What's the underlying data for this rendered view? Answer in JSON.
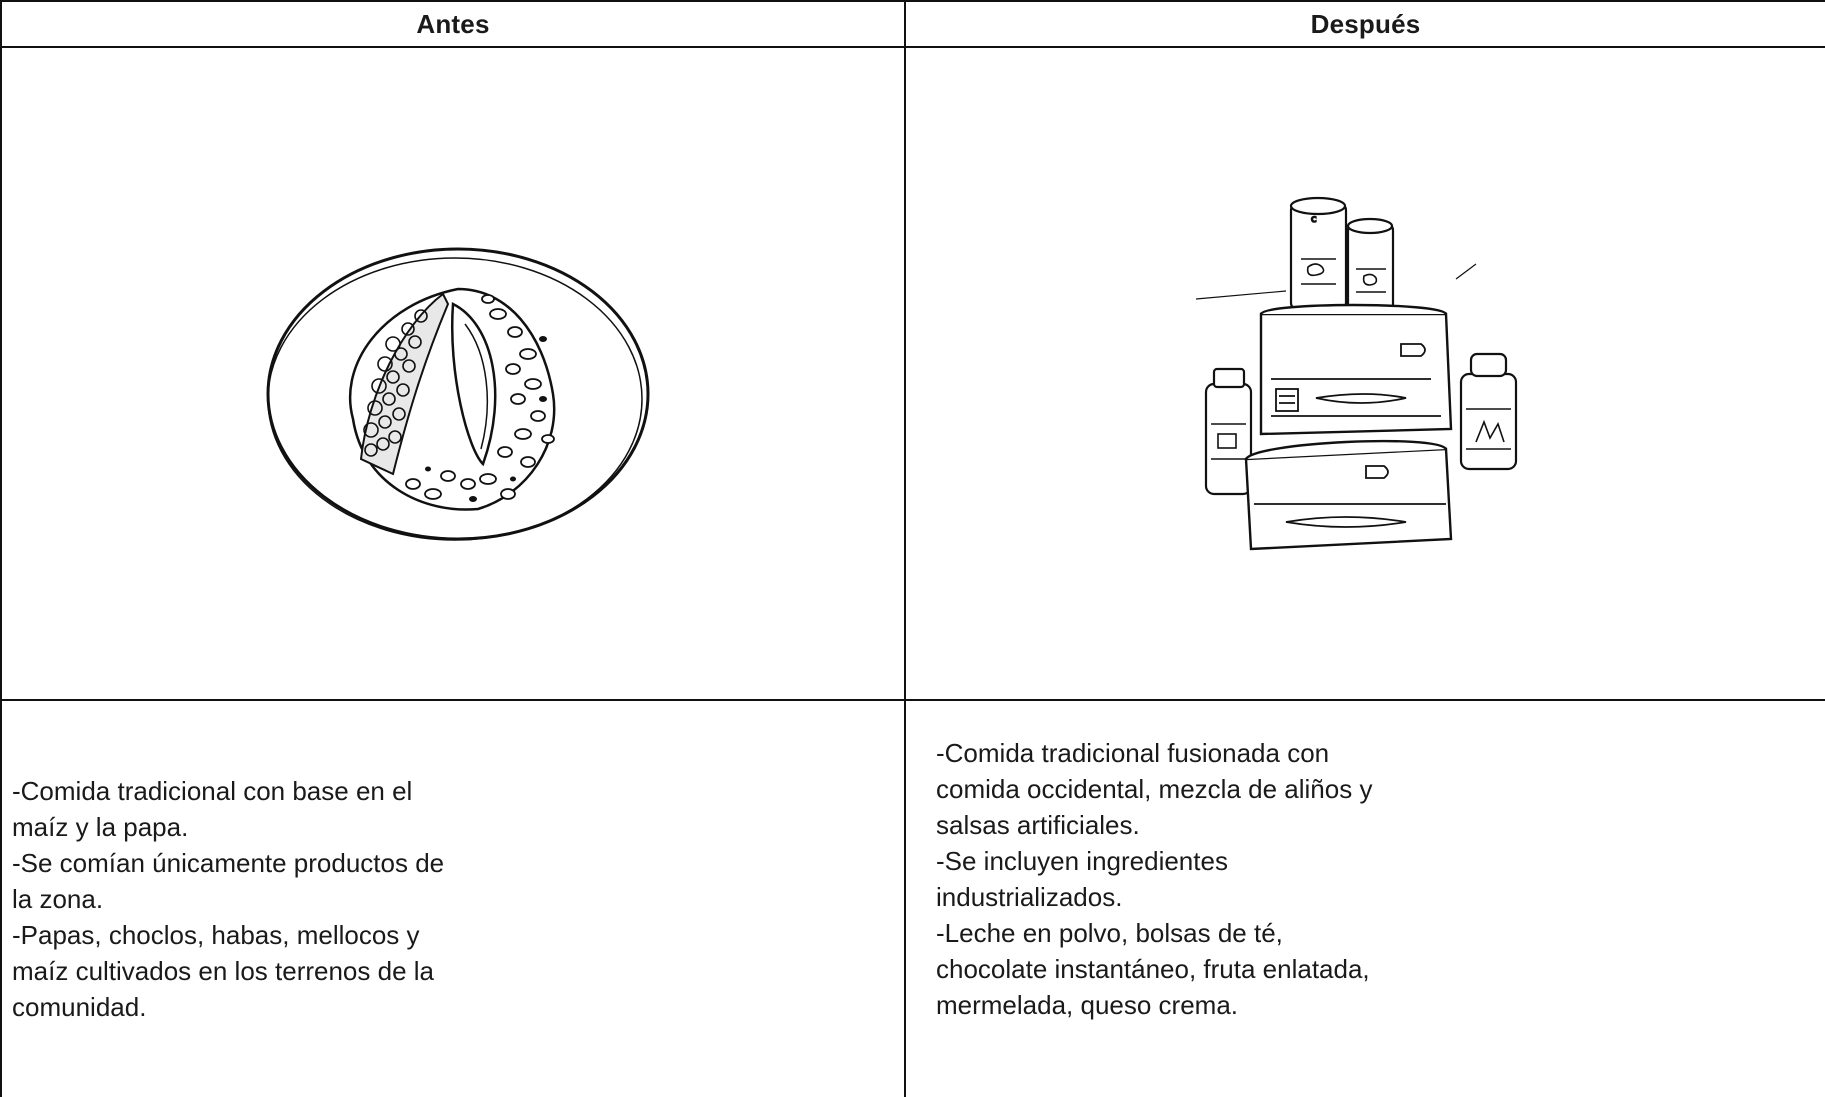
{
  "table": {
    "headers": [
      "Antes",
      "Después"
    ],
    "images": [
      {
        "subject": "plato de comida tradicional (dibujo a mano)"
      },
      {
        "subject": "productos industrializados envasados (dibujo a mano)"
      }
    ],
    "descriptions": [
      {
        "lines": [
          "-Comida tradicional con base en el",
          "maíz y la papa.",
          "-Se comían únicamente productos de",
          "la zona.",
          "-Papas, choclos, habas, mellocos y",
          "maíz cultivados en los terrenos de la",
          "comunidad."
        ]
      },
      {
        "lines": [
          "-Comida tradicional fusionada con",
          "comida occidental, mezcla de aliños y",
          "salsas artificiales.",
          "-Se incluyen ingredientes",
          "industrializados.",
          "-Leche en polvo, bolsas de té,",
          "chocolate instantáneo, fruta enlatada,",
          "mermelada, queso crema."
        ]
      }
    ]
  },
  "colors": {
    "border": "#111111",
    "ink": "#1a1a1a",
    "background": "#ffffff"
  }
}
